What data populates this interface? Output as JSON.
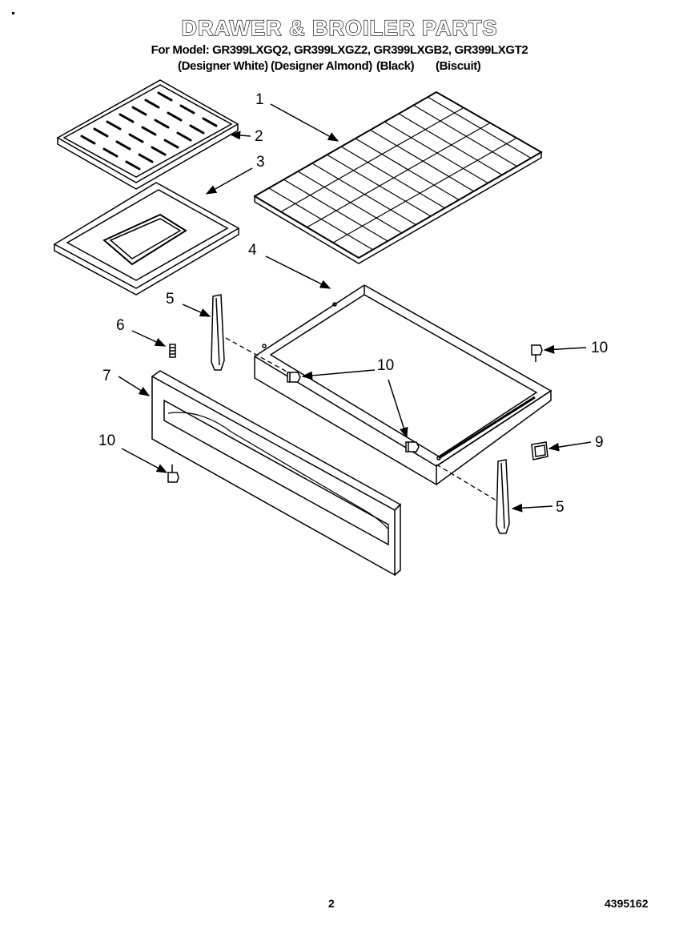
{
  "header": {
    "title": "DRAWER & BROILER PARTS",
    "model_line": "For Model: GR399LXGQ2, GR399LXGZ2, GR399LXGB2, GR399LXGT2",
    "variants": [
      "(Designer White)",
      "(Designer Almond)",
      "(Black)",
      "(Biscuit)"
    ]
  },
  "callouts": {
    "c1": "1",
    "c2": "2",
    "c3": "3",
    "c4": "4",
    "c5a": "5",
    "c5b": "5",
    "c6": "6",
    "c7": "7",
    "c9": "9",
    "c10a": "10",
    "c10b": "10",
    "c10c": "10",
    "c10d": "10"
  },
  "footer": {
    "page_number": "2",
    "document_number": "4395162"
  }
}
